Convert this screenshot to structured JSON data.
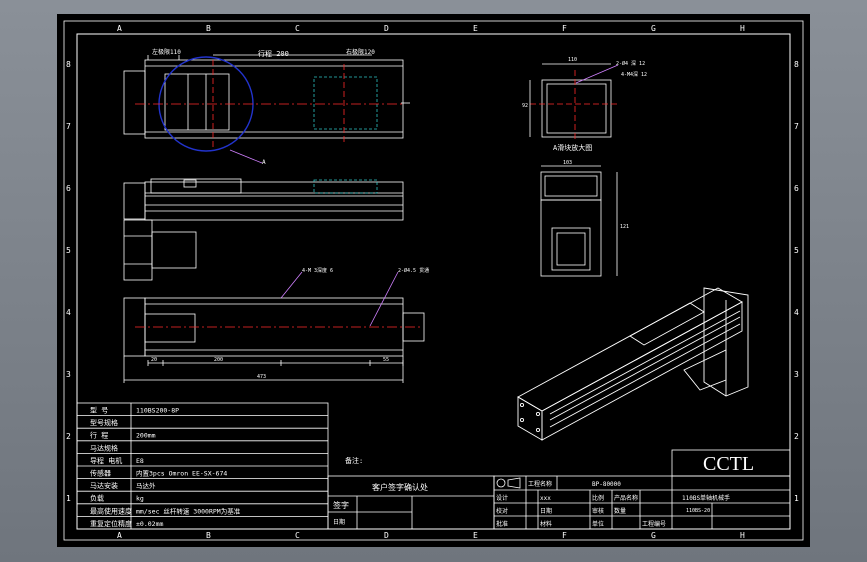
{
  "grid": {
    "columns": [
      "A",
      "B",
      "C",
      "D",
      "E",
      "F",
      "G",
      "H"
    ],
    "rows": [
      "8",
      "7",
      "6",
      "5",
      "4",
      "3",
      "2",
      "1"
    ]
  },
  "views": {
    "top": {
      "left_limit": "左极限110",
      "travel": "行程 200",
      "right_limit": "右极限120",
      "detail_callout": "A"
    },
    "front": {
      "hole_note_1": "4-M 3深度 6",
      "hole_note_2": "2-Ø4.5 贯通",
      "dim_left": "20",
      "dim_mid": "200",
      "dim_right": "55",
      "dim_total": "473"
    },
    "detail": {
      "width": "110",
      "height": "92",
      "note_1": "2-Ø4 深 12",
      "note_2": "4-M4深 12",
      "caption": "A滑块放大图"
    },
    "end": {
      "width": "103",
      "height": "121"
    }
  },
  "specs": {
    "rows": [
      {
        "label": "型  号",
        "value": "110BS200-8P"
      },
      {
        "label": "型号规格",
        "value": ""
      },
      {
        "label": "行  程",
        "value": "200mm"
      },
      {
        "label": "马达规格",
        "value": ""
      },
      {
        "label": "导程 电机",
        "value": "E8"
      },
      {
        "label": "传感器",
        "value": "内置3pcs Omron EE-SX-674"
      },
      {
        "label": "马达安装",
        "value": "马达外"
      },
      {
        "label": "负载",
        "value": "kg"
      },
      {
        "label": "最高使用速度",
        "value": "mm/sec 丝杆转速 3000RPM为基准"
      },
      {
        "label": "重复定位精度",
        "value": "±0.02mm"
      }
    ],
    "note_label": "备注:"
  },
  "approval": {
    "title": "客户签字确认处",
    "sign_label": "签字",
    "date_label": "日期"
  },
  "title_block": {
    "logo": "CCTL",
    "project_label": "工程名称",
    "project_value": "BP-80000",
    "drawing_name": "110BS单轴机械手",
    "drawing_no": "110BS-20",
    "cells": [
      "设计",
      "xxx",
      "比例",
      "产品名称",
      "校对",
      "日期",
      "审核",
      "数量",
      "批准",
      "材料",
      "单位",
      "工程编号"
    ]
  },
  "colors": {
    "background": "#000000",
    "lines": "#ffffff",
    "centerline": "#ff2a2a",
    "hidden": "#2ec4c4",
    "detail_circle": "#2233cc",
    "leader": "#d080ff"
  }
}
